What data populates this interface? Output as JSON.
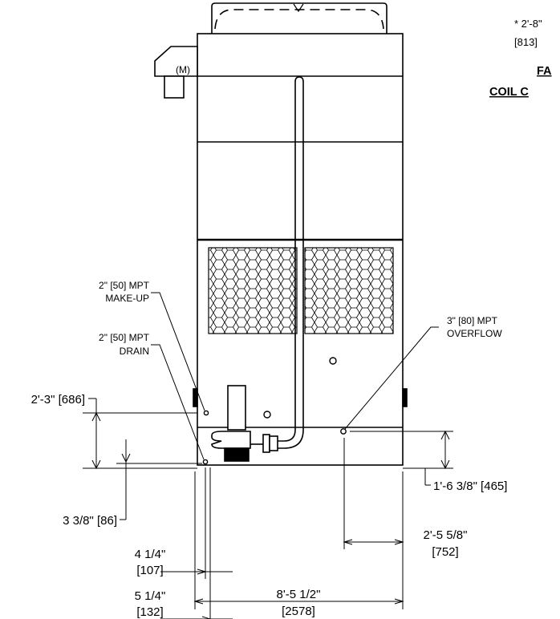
{
  "header": {
    "fan_note": "* 2'-8\"",
    "fan_note_metric": "[813]",
    "fan_title": "FA",
    "coil_title": "COIL C"
  },
  "motor": {
    "label": "(M)"
  },
  "connections": {
    "makeup_size": "2\" [50] MPT",
    "makeup_name": "MAKE-UP",
    "drain_size": "2\" [50] MPT",
    "drain_name": "DRAIN",
    "overflow_size": "3\" [80] MPT",
    "overflow_name": "OVERFLOW"
  },
  "dimensions": {
    "makeup_height": "2'-3\" [686]",
    "drain_height": "3 3/8\" [86]",
    "overflow_height": "1'-6 3/8\" [465]",
    "drain_offset": "4 1/4\"",
    "drain_offset_metric": "[107]",
    "makeup_offset": "5 1/4\"",
    "makeup_offset_metric": "[132]",
    "overflow_offset": "2'-5 5/8\"",
    "overflow_offset_metric": "[752]",
    "overall_width": "8'-5 1/2\"",
    "overall_width_metric": "[2578]"
  }
}
